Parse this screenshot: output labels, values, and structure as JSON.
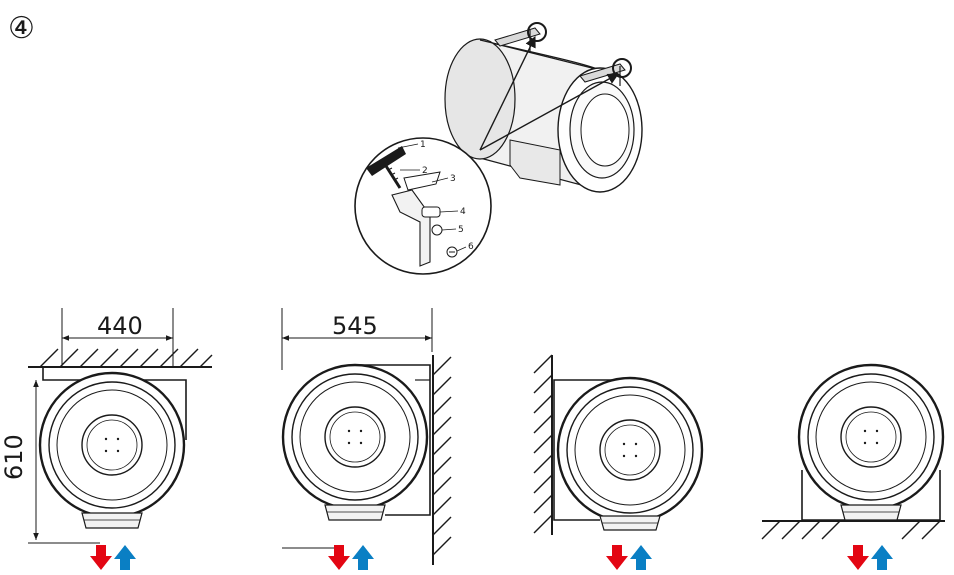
{
  "step_marker": "④",
  "detail_callouts": [
    "1",
    "2",
    "3",
    "4",
    "5",
    "6"
  ],
  "dimensions": {
    "width_ceiling": "440",
    "width_wall": "545",
    "height": "610"
  },
  "flow_colors": {
    "cold_in": "#e30613",
    "hot_out": "#0a7fc4"
  }
}
